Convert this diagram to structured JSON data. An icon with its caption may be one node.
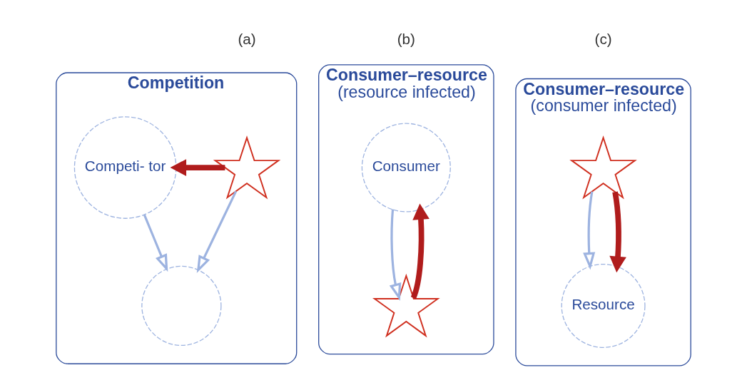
{
  "diagram": {
    "nodes": [
      {
        "text": [
          "Competition"
        ],
        "beside": [
          "(a)"
        ]
      },
      {
        "text": [],
        "shape": "star",
        "in": 0
      },
      {
        "text": [
          "Competi- tor"
        ],
        "in": 0
      },
      {
        "text": [],
        "shape": "circle",
        "in": 0
      },
      {
        "text": [
          "Consumer–resource",
          "(resource infected)"
        ],
        "beside": [
          "(b)"
        ]
      },
      {
        "text": [
          "Consumer"
        ],
        "in": 4
      },
      {
        "text": [],
        "shape": "star",
        "in": 4
      },
      {
        "text": [
          "Consumer–resource",
          "(consumer infected)"
        ],
        "beside": [
          "(c)"
        ]
      },
      {
        "text": [],
        "shape": "star",
        "in": 7
      },
      {
        "text": [
          "Resource"
        ],
        "in": 7
      }
    ],
    "edges": [
      {
        "from": 1,
        "to": 2,
        "arrow": "to",
        "style": "thick",
        "color": "#b01c1c"
      },
      {
        "from": 1,
        "to": 3,
        "arrow": "to"
      },
      {
        "from": 2,
        "to": 3,
        "arrow": "to"
      },
      {
        "from": 5,
        "to": 6,
        "arrow": "to"
      },
      {
        "from": 6,
        "to": 5,
        "arrow": "to",
        "style": "thick",
        "color": "#b01c1c"
      },
      {
        "from": 8,
        "to": 9,
        "arrow": "to"
      },
      {
        "from": 8,
        "to": 9,
        "arrow": "to",
        "style": "thick",
        "color": "#b01c1c"
      }
    ]
  }
}
